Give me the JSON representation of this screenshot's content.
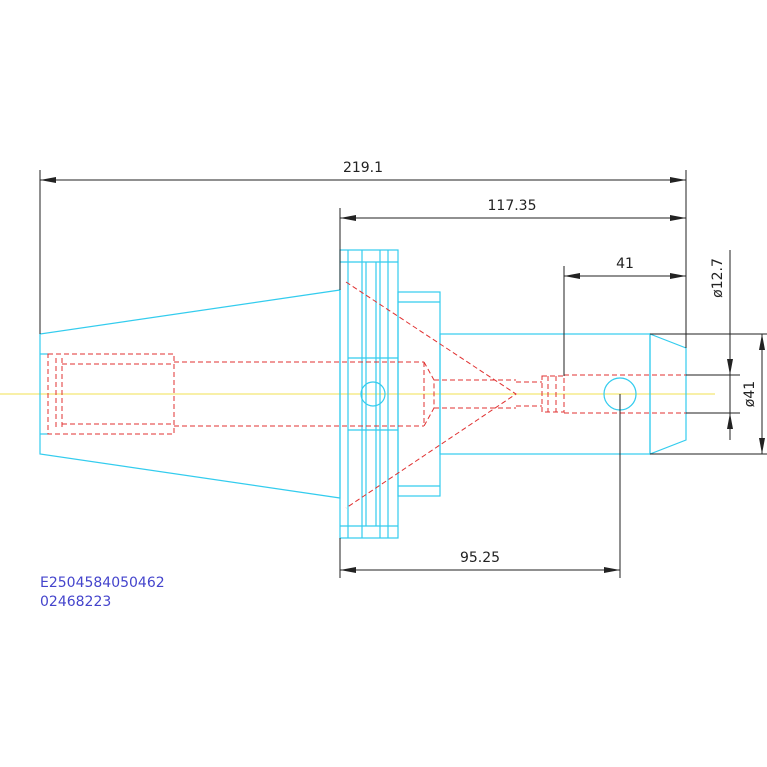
{
  "dimensions": {
    "overall_length": "219.1",
    "gauge_length": "117.35",
    "bore_depth": "41",
    "bore_diameter": "ø12.7",
    "body_diameter": "ø41",
    "setscrew_distance": "95.25"
  },
  "part_codes": {
    "line1": "E2504584050462",
    "line2": "02468223"
  },
  "colors": {
    "background": "#ffffff",
    "outline": "#33ccee",
    "hidden_lines": "#e03030",
    "dimensions": "#222222",
    "centerline": "#f0e050",
    "code_text": "#4444cc"
  }
}
